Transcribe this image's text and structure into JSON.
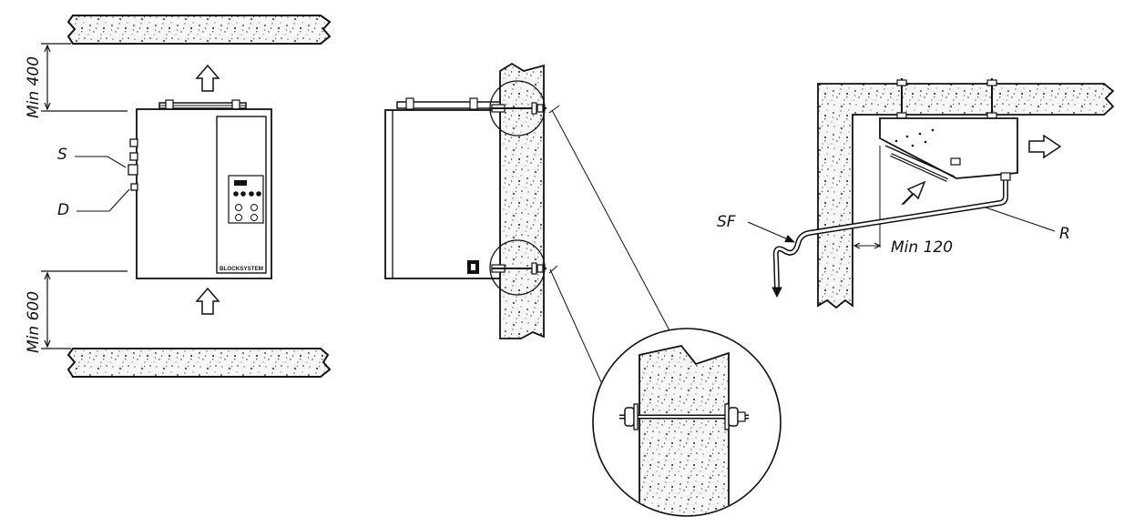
{
  "colors": {
    "ink": "#111111",
    "paper": "#ffffff",
    "concrete": "#f4f4f4"
  },
  "front_view": {
    "clearance_top": "Min 400",
    "clearance_bottom": "Min 600",
    "label_suction": "S",
    "label_discharge": "D",
    "brand_plate": "BLOCKSYSTEM",
    "airflow_arrows": [
      "arrow-up-icon",
      "arrow-up-icon"
    ]
  },
  "side_view": {
    "detail_callouts": [
      "magnifier-circle-icon",
      "magnifier-circle-icon"
    ]
  },
  "ceiling_view": {
    "label_siphon": "SF",
    "label_drain_pipe": "R",
    "clearance_wall": "Min 120",
    "airflow_arrows": [
      "arrow-right-icon",
      "arrow-diagonal-icon"
    ]
  }
}
